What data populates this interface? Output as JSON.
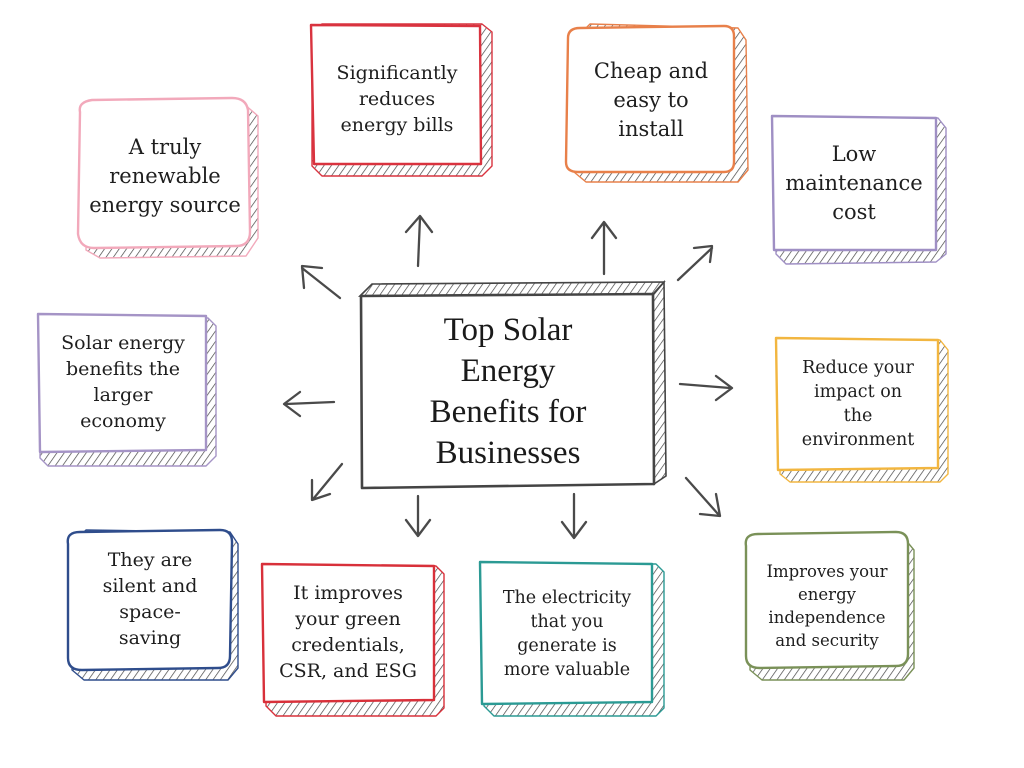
{
  "diagram": {
    "center": {
      "title": "Top Solar\nEnergy\nBenefits for\nBusinesses"
    },
    "benefits": [
      {
        "id": "renewable",
        "text": "A truly\nrenewable\nenergy source",
        "color": "#f2a9bb"
      },
      {
        "id": "bills",
        "text": "Significantly\nreduces\nenergy bills",
        "color": "#d9333f"
      },
      {
        "id": "install",
        "text": "Cheap and\neasy to\ninstall",
        "color": "#e8804a"
      },
      {
        "id": "maintenance",
        "text": "Low\nmaintenance\ncost",
        "color": "#9f8fc4"
      },
      {
        "id": "economy",
        "text": "Solar energy\nbenefits the\nlarger\neconomy",
        "color": "#a594c6"
      },
      {
        "id": "environment",
        "text": "Reduce your\nimpact on\nthe\nenvironment",
        "color": "#f2b640"
      },
      {
        "id": "silent",
        "text": "They are\nsilent and\nspace-\nsaving",
        "color": "#2f4d8c"
      },
      {
        "id": "credentials",
        "text": "It improves\nyour green\ncredentials,\nCSR, and ESG",
        "color": "#d8303a"
      },
      {
        "id": "electricity",
        "text": "The electricity\nthat you\ngenerate is\nmore valuable",
        "color": "#2b9a94"
      },
      {
        "id": "independence",
        "text": "Improves your\nenergy\nindependence\nand security",
        "color": "#7a9158"
      }
    ]
  }
}
